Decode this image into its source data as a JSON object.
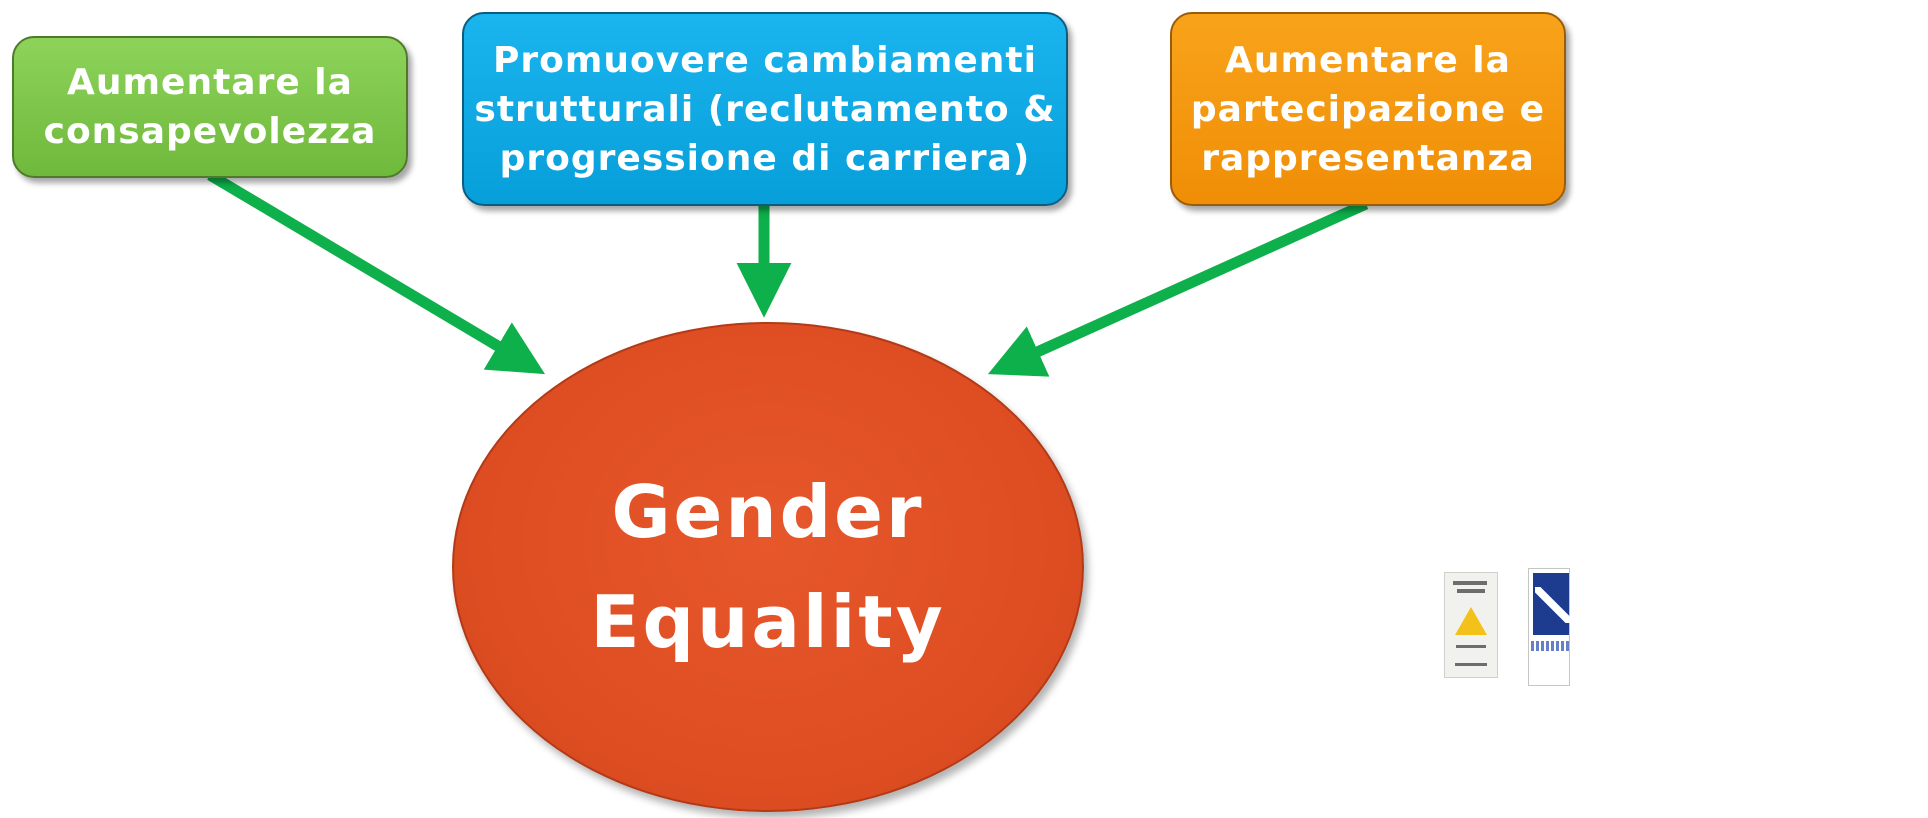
{
  "diagram": {
    "nodes": [
      {
        "id": "awareness",
        "label": "Aumentare la\nconsapevolezza",
        "color": "#6fb93c"
      },
      {
        "id": "structural",
        "label": "Promuovere cambiamenti\nstrutturali (reclutamento &\nprogressione di carriera)",
        "color": "#079fd9"
      },
      {
        "id": "participation",
        "label": "Aumentare la\npartecipazione e\nrappresentanza",
        "color": "#f08e06"
      },
      {
        "id": "center",
        "label": "Gender\nEquality",
        "color": "#de4d22"
      }
    ],
    "edges": [
      {
        "from": "awareness",
        "to": "center"
      },
      {
        "from": "structural",
        "to": "center"
      },
      {
        "from": "participation",
        "to": "center"
      }
    ],
    "arrow_color": "#0db04b"
  }
}
